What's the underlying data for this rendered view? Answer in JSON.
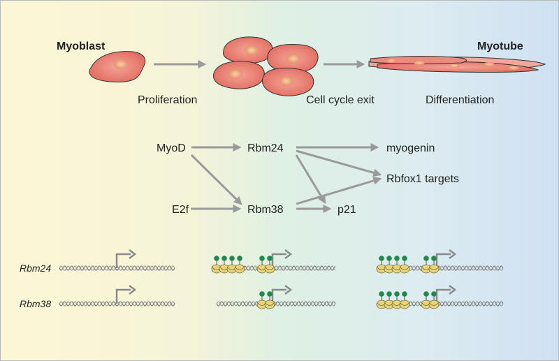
{
  "stages": {
    "myoblast": "Myoblast",
    "myotube": "Myotube",
    "proliferation": "Proliferation",
    "cell_cycle_exit": "Cell cycle exit",
    "differentiation": "Differentiation"
  },
  "network": {
    "myod": "MyoD",
    "e2f": "E2f",
    "rbm24": "Rbm24",
    "rbm38": "Rbm38",
    "myogenin": "myogenin",
    "rbfox1_targets": "Rbfox1 targets",
    "p21": "p21"
  },
  "genes": {
    "rbm24": "Rbm24",
    "rbm38": "Rbm38"
  },
  "colors": {
    "arrow": "#9a9a9a",
    "cell_fill": "#e57c70",
    "cell_nucleus": "#f0b08a",
    "methyl_mark": "#1f8a4c",
    "nucleosome": "#e8d47a"
  }
}
